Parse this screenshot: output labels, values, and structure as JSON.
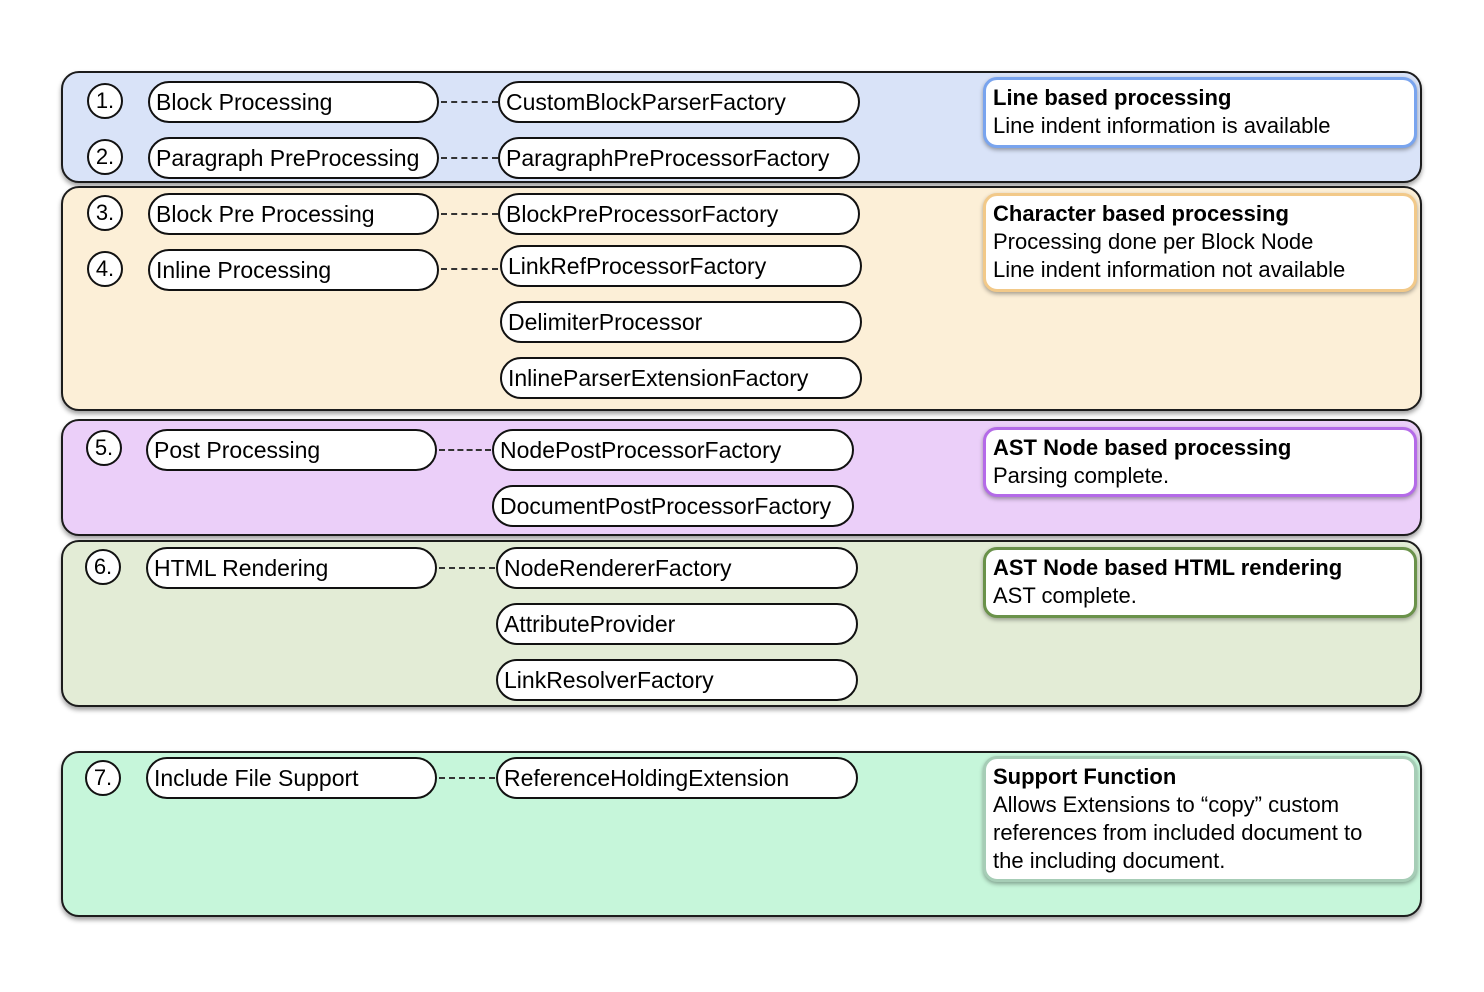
{
  "colors": {
    "band1": "#d9e3f8",
    "band2": "#fcefd7",
    "band3": "#ebcff9",
    "band4": "#e3ecd6",
    "band5": "#c6f6da",
    "note1_border": "#79a4ee",
    "note2_border": "#f2c989",
    "note3_border": "#b46ae8",
    "note4_border": "#6a924a",
    "note5_border": "#a6cdb6"
  },
  "steps": [
    {
      "num": "1.",
      "label": "Block Processing"
    },
    {
      "num": "2.",
      "label": "Paragraph PreProcessing"
    },
    {
      "num": "3.",
      "label": "Block Pre Processing"
    },
    {
      "num": "4.",
      "label": "Inline Processing"
    },
    {
      "num": "5.",
      "label": "Post Processing"
    },
    {
      "num": "6.",
      "label": "HTML Rendering"
    },
    {
      "num": "7.",
      "label": "Include File Support"
    }
  ],
  "factories": [
    "CustomBlockParserFactory",
    "ParagraphPreProcessorFactory",
    "BlockPreProcessorFactory",
    "LinkRefProcessorFactory",
    "DelimiterProcessor",
    "InlineParserExtensionFactory",
    "NodePostProcessorFactory",
    "DocumentPostProcessorFactory",
    "NodeRendererFactory",
    "AttributeProvider",
    "LinkResolverFactory",
    "ReferenceHoldingExtension"
  ],
  "notes": [
    {
      "title": "Line based processing",
      "lines": [
        "Line indent information is available"
      ]
    },
    {
      "title": "Character based processing",
      "lines": [
        "Processing done per Block Node",
        "Line indent information not available"
      ]
    },
    {
      "title": "AST Node based processing",
      "lines": [
        "Parsing complete."
      ]
    },
    {
      "title": "AST Node based HTML rendering",
      "lines": [
        "AST complete."
      ]
    },
    {
      "title": "Support Function",
      "lines": [
        "Allows Extensions to “copy” custom",
        "references from included document to",
        "the including document."
      ]
    }
  ]
}
